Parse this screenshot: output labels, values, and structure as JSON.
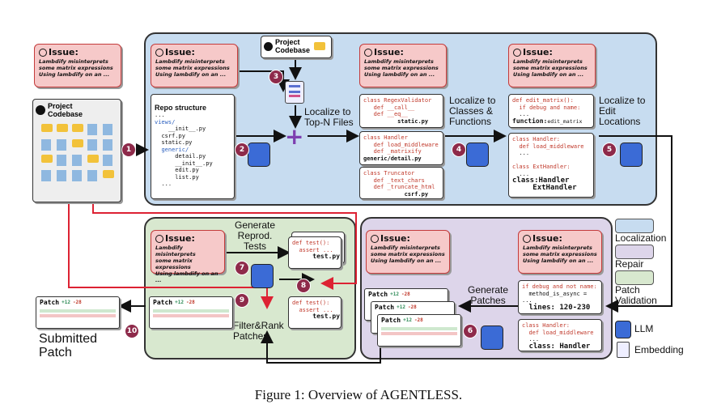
{
  "issue": {
    "title": "Issue:",
    "lines": [
      "Lambdify misinterprets",
      "some matrix expressions",
      "Using lambdify on an ..."
    ]
  },
  "codebase": {
    "line1": "Project",
    "line2": "Codebase"
  },
  "repo_structure": {
    "title": "Repo structure",
    "lines": [
      "...",
      "views/",
      "__init__.py",
      "csrf.py",
      "static.py",
      "generic/",
      "detail.py",
      "__init__.py",
      "edit.py",
      "list.py",
      "..."
    ]
  },
  "steps": {
    "localize_files": "Localize to\nTop-N Files",
    "localize_classes": "Localize to\nClasses &\nFunctions",
    "localize_edits": "Localize to\nEdit\nLocations",
    "generate_tests": "Generate\nReprod.\nTests",
    "generate_patches": "Generate\nPatches",
    "filter_rank": "Filter&Rank\nPatches",
    "submitted": "Submitted\nPatch"
  },
  "files": {
    "regex": {
      "l1": "class RegexValidator",
      "l2": "def __call__",
      "l3": "def __eq__",
      "l4": "static.py"
    },
    "handler": {
      "l1": "class Handler",
      "l2": "def load_middleware",
      "l3": "def _matrixify",
      "l4": "generic/detail.py"
    },
    "truncator": {
      "l1": "class Truncator",
      "l2": "def _text_chars",
      "l3": "def _truncate_html",
      "l4": "csrf.py"
    }
  },
  "edit_fn": {
    "l1": "def edit_matrix():",
    "l2": "if debug and name:",
    "l3": "...",
    "l4": "function:",
    "l5": "edit_matrix"
  },
  "edit_cls": {
    "l1": "class Handler:",
    "l2": "def load_middleware",
    "l3": "...",
    "l4": "class ExtHandler:",
    "l5": "...",
    "l6": "class:",
    "l7": "Handler",
    "l8": "ExtHandler"
  },
  "repair_lines": {
    "l1": "if debug and not name:",
    "l2": "method_is_async =",
    "l3": "...",
    "l4": "lines: 120-230"
  },
  "repair_cls": {
    "l1": "class Handler:",
    "l2": "def load_middleware",
    "l3": "...",
    "l4": "class: Handler"
  },
  "test": {
    "l1": "def test():",
    "l2": "assert ...",
    "l3": "test.py"
  },
  "patch": {
    "label": "Patch",
    "add": "+12",
    "del": "-28"
  },
  "numbers": [
    "1",
    "2",
    "3",
    "4",
    "5",
    "6",
    "7",
    "8",
    "9",
    "10"
  ],
  "legend": {
    "localization": "Localization",
    "repair": "Repair",
    "validation": "Patch\nValidation",
    "llm": "LLM",
    "embedding": "Embedding"
  },
  "colors": {
    "localization": "#c7dcf0",
    "repair": "#ddd5ea",
    "validation": "#d8e8cf",
    "issue_fill": "#f6c9c9",
    "step_circle": "#8e2a4a",
    "folder": "#f2c23a",
    "file": "#8fb8e0"
  },
  "caption": "Figure 1: Overview of AGENTLESS."
}
